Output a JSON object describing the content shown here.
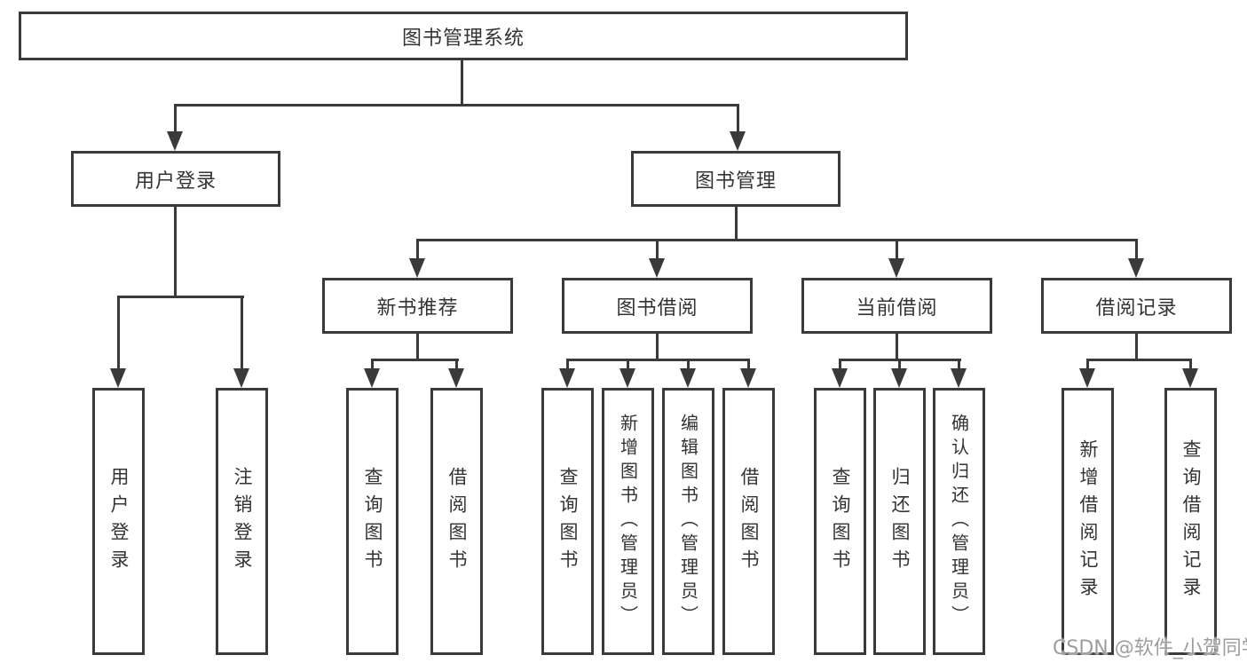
{
  "diagram": {
    "root": "图书管理系统",
    "user_login": {
      "label": "用户登录",
      "children": [
        "用户登录",
        "注销登录"
      ]
    },
    "book_management": {
      "label": "图书管理",
      "groups": [
        {
          "label": "新书推荐",
          "children": [
            "查询图书",
            "借阅图书"
          ]
        },
        {
          "label": "图书借阅",
          "children": [
            "查询图书",
            "新增图书（管理员）",
            "编辑图书（管理员）",
            "借阅图书"
          ]
        },
        {
          "label": "当前借阅",
          "children": [
            "查询图书",
            "归还图书",
            "确认归还（管理员）"
          ]
        },
        {
          "label": "借阅记录",
          "children": [
            "新增借阅记录",
            "查询借阅记录"
          ]
        }
      ]
    }
  },
  "watermark": "CSDN @软件_小贺同学",
  "colors": {
    "line": "#3a3a3a",
    "text": "#333333",
    "watermark": "#9e9e9e",
    "background": "#ffffff"
  }
}
